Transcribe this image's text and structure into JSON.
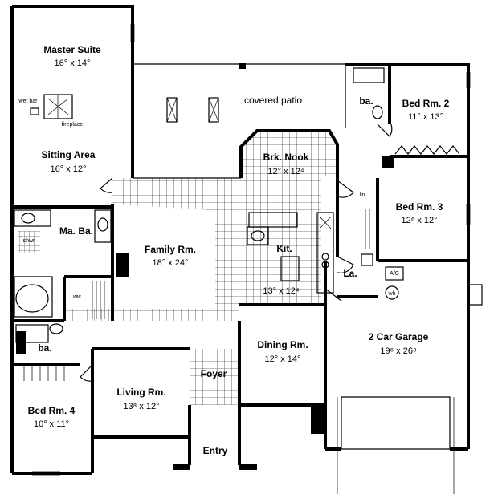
{
  "rooms": {
    "master_suite": {
      "name": "Master Suite",
      "dim": "16° x 14°"
    },
    "sitting_area": {
      "name": "Sitting Area",
      "dim": "16° x 12°"
    },
    "covered_patio": {
      "name": "covered patio"
    },
    "brk_nook": {
      "name": "Brk. Nook",
      "dim": "12° x 12⁴"
    },
    "bed_rm_2": {
      "name": "Bed Rm. 2",
      "dim": "11° x 13°"
    },
    "bed_rm_3": {
      "name": "Bed Rm. 3",
      "dim": "12⁶ x 12°"
    },
    "family_rm": {
      "name": "Family Rm.",
      "dim": "18° x 24°"
    },
    "kit": {
      "name": "Kit.",
      "dim": "13° x 12⁴"
    },
    "ma_ba": {
      "name": "Ma. Ba."
    },
    "dining_rm": {
      "name": "Dining Rm.",
      "dim": "12° x 14°"
    },
    "garage": {
      "name": "2 Car Garage",
      "dim": "19⁶ x 26⁸"
    },
    "living_rm": {
      "name": "Living Rm.",
      "dim": "13⁸ x 12°"
    },
    "bed_rm_4": {
      "name": "Bed Rm. 4",
      "dim": "10° x 11°"
    },
    "foyer": {
      "name": "Foyer"
    },
    "entry": {
      "name": "Entry"
    }
  },
  "small_labels": {
    "wet_bar": "wet bar",
    "fireplace": "fireplace",
    "shwr": "shwr",
    "wic": "wic",
    "ba_top": "ba.",
    "ba_left": "ba.",
    "lin": "lin.",
    "la": "La.",
    "ac": "A/C",
    "wh": "wh"
  }
}
